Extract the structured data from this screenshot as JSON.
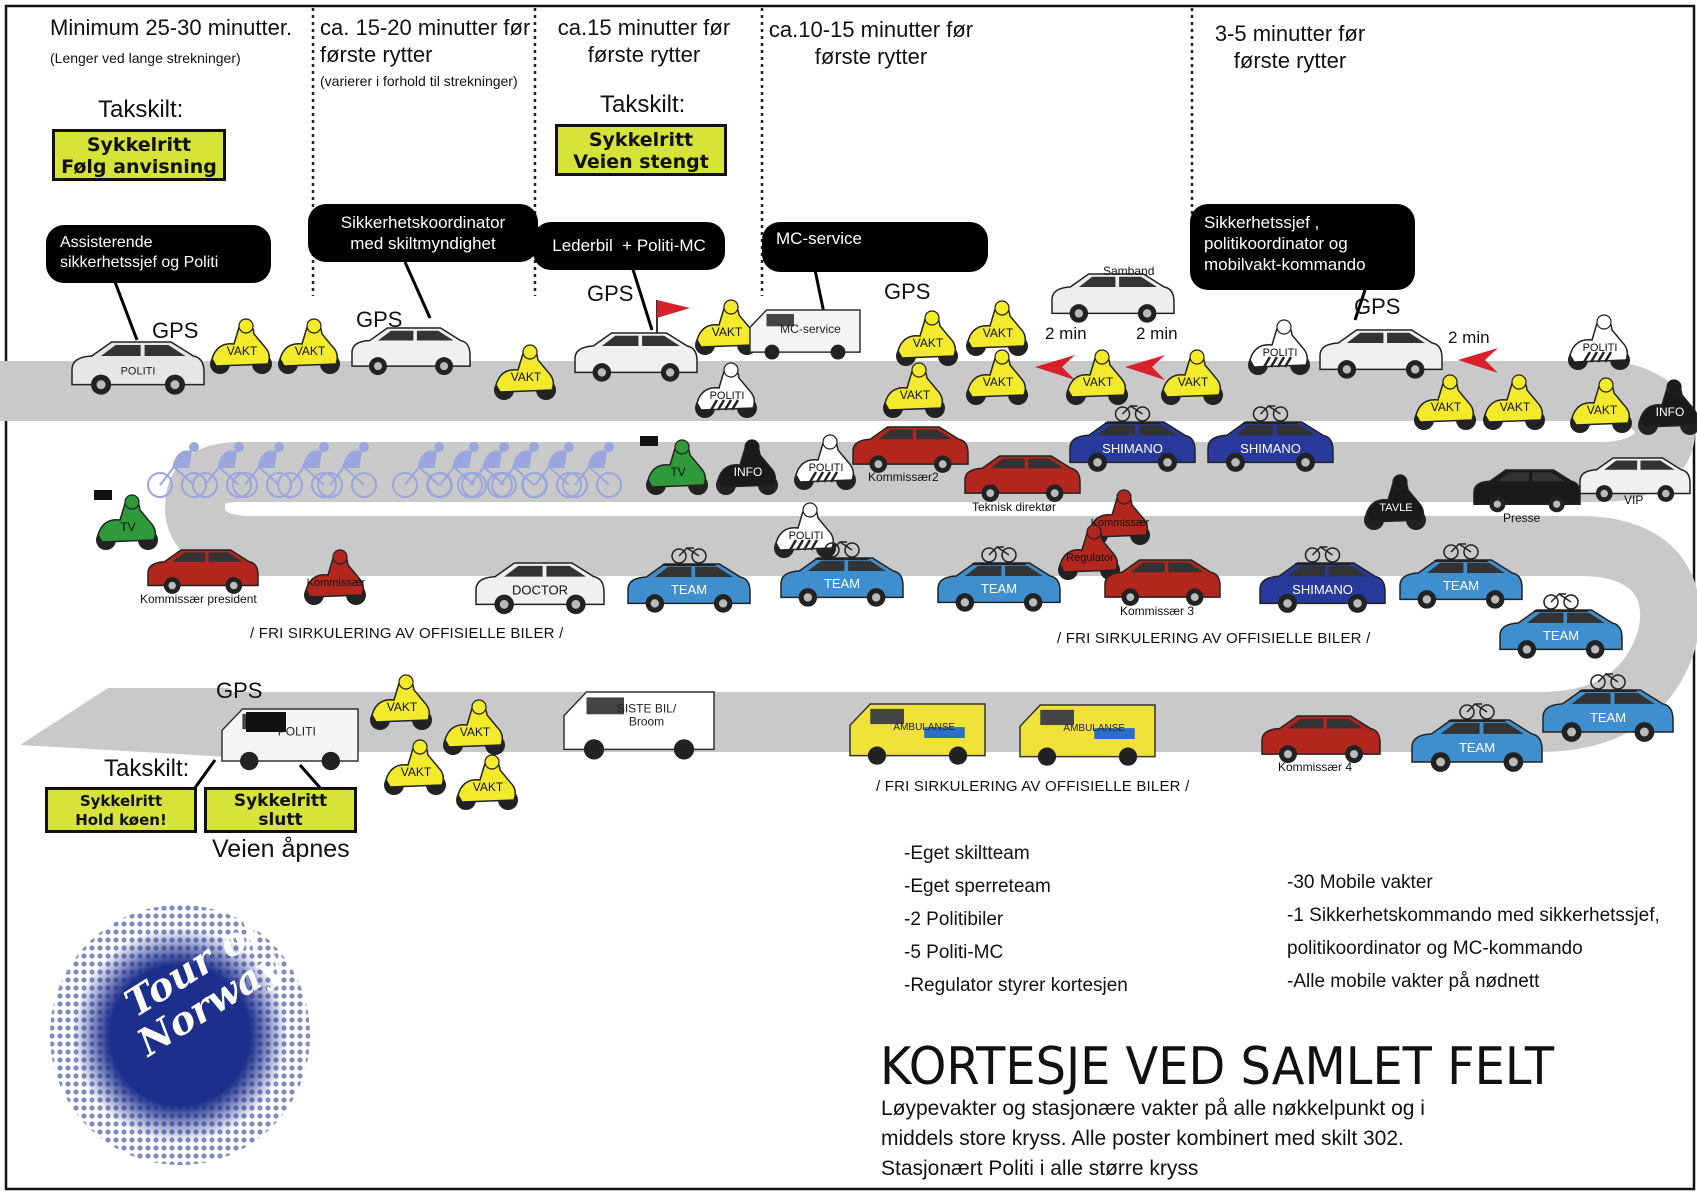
{
  "phases": [
    {
      "title": "Minimum 25-30 minutter.",
      "note": "(Lenger ved lange strekninger)"
    },
    {
      "title": "ca. 15-20 minutter før\nførste rytter",
      "note": "(varierer i forhold til strekninger)"
    },
    {
      "title": "ca.15 minutter før\nførste rytter"
    },
    {
      "title": "ca.10-15 minutter før\nførste rytter"
    },
    {
      "title": "3-5 minutter før\nførste rytter"
    }
  ],
  "bubbles": [
    "Assisterende\nsikkerhetssjef og Politi",
    "Sikkerhetskoordinator\nmed skiltmyndighet",
    "Lederbil  + Politi-MC",
    "MC-service",
    "Sikkerhetssjef ,\npolitikoordinator og\nmobilvakt-kommando"
  ],
  "roof_sign_label": "Takskilt:",
  "signs": [
    {
      "line1": "Sykkelritt",
      "line2": "Følg anvisning"
    },
    {
      "line1": "Sykkelritt",
      "line2": "Veien stengt"
    },
    {
      "line1": "Sykkelritt",
      "line2": "Hold køen!"
    },
    {
      "line1": "Sykkelritt",
      "line2": "slutt"
    }
  ],
  "road_opens": "Veien åpnes",
  "gps": "GPS",
  "gap": "2 min",
  "vehicle_labels": {
    "vakt": "VAKT",
    "politi": "POLITI",
    "mc_service": "MC-service",
    "samband": "Samband",
    "info": "INFO",
    "tv": "TV",
    "kommissaer2": "Kommissær2",
    "teknisk": "Teknisk direktør",
    "kommissaer": "Kommissær",
    "shimano": "SHIMANO",
    "tavle": "TAVLE",
    "presse": "Presse",
    "vip": "VIP",
    "kommissaer_president": "Kommissær president",
    "doctor": "DOCTOR",
    "team": "TEAM",
    "regulator": "Regulator",
    "kommissaer3": "Kommissær 3",
    "siste_bil": "SISTE BIL/\nBroom",
    "ambulanse": "AMBULANSE",
    "kommissaer4": "Kommissær 4"
  },
  "circulation": "/ FRI SIRKULERING AV OFFISIELLE BILER /",
  "list_left": [
    "-Eget skiltteam",
    "-Eget sperreteam",
    "-2 Politibiler",
    "-5 Politi-MC",
    "-Regulator styrer kortesjen"
  ],
  "list_right": [
    "-30 Mobile vakter",
    "-1 Sikkerhetskommando med sikkerhetssjef,",
    "politikoordinator og MC-kommando",
    "-Alle mobile vakter på nødnett"
  ],
  "main_title": "KORTESJE VED SAMLET FELT",
  "description": [
    "Løypevakter og stasjonære vakter på alle nøkkelpunkt og i",
    "middels store kryss. Alle poster kombinert med skilt 302.",
    "Stasjonært Politi i alle større kryss"
  ],
  "logo_text": [
    "Tour of",
    "Norway"
  ],
  "colors": {
    "road": "#c9c9c9",
    "sign_yellow": "#d6e43a",
    "vakt_yellow": "#f2ea2a",
    "commissaire_red": "#b3261e",
    "team_blue": "#3f8fce",
    "shimano_blue": "#27399a",
    "tv_green": "#2e9a3a",
    "rider_lavender": "#9aa6de",
    "chevron_red": "#d8202a",
    "logo_blue": "#1d2f8c"
  }
}
